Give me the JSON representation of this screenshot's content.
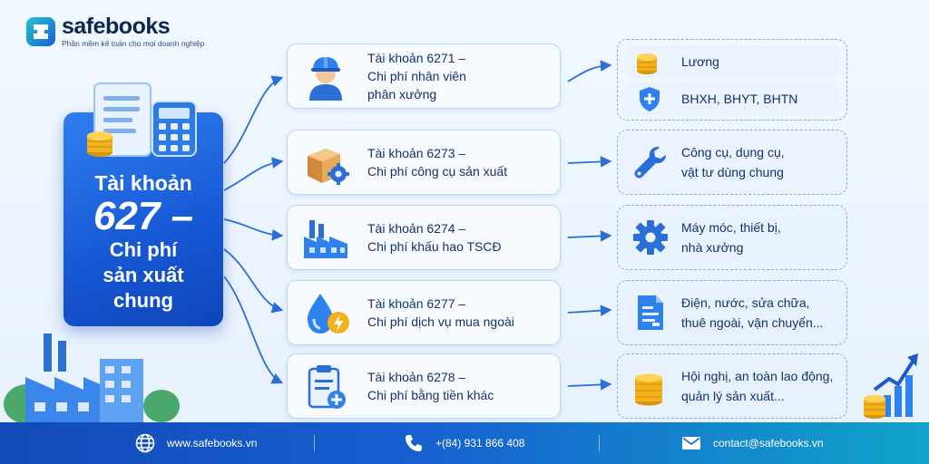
{
  "brand": {
    "name": "safebooks",
    "tagline": "Phần mềm kế toán cho mọi doanh nghiệp"
  },
  "main": {
    "line1": "Tài khoản",
    "line2": "627 –",
    "line3": "Chi phí",
    "line4": "sản xuất",
    "line5": "chung"
  },
  "accounts": [
    {
      "title": "Tài khoản 6271 –",
      "line2": "Chi phí nhân viên",
      "line3": "phân xưởng",
      "icon": "worker-icon"
    },
    {
      "title": "Tài khoản 6273 –",
      "line2": "Chi phí công cụ sản xuất",
      "icon": "box-gear-icon"
    },
    {
      "title": "Tài khoản 6274 –",
      "line2": "Chi phí khấu hao TSCĐ",
      "icon": "factory-icon"
    },
    {
      "title": "Tài khoản 6277 –",
      "line2": "Chi phí dịch vụ mua ngoài",
      "icon": "water-energy-icon"
    },
    {
      "title": "Tài khoản 6278 –",
      "line2": "Chi phí bằng tiền khác",
      "icon": "clipboard-plus-icon"
    }
  ],
  "details": {
    "d1a": "Lương",
    "d1b": "BHXH, BHYT, BHTN",
    "d2": {
      "l1": "Công cụ, dụng cụ,",
      "l2": "vật tư dùng chung"
    },
    "d3": {
      "l1": "Máy móc, thiết bị,",
      "l2": "nhà xưởng"
    },
    "d4": {
      "l1": "Điện, nước, sửa chữa,",
      "l2": "thuê ngoài, vận chuyển..."
    },
    "d5": {
      "l1": "Hội nghị, an toàn lao động,",
      "l2": "quản lý sản xuất..."
    }
  },
  "footer": {
    "website": "www.safebooks.vn",
    "phone": "+(84) 931 866 408",
    "email": "contact@safebooks.vn"
  },
  "colors": {
    "primary": "#1657d4",
    "accent": "#2f7ff0",
    "gold": "#f2b21c"
  }
}
